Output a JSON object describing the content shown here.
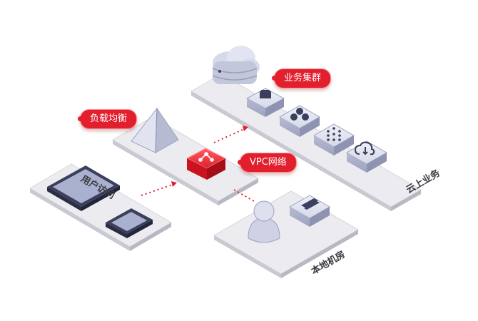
{
  "labels": {
    "business_cluster": "业务集群",
    "load_balancer": "负载均衡",
    "vpc": "VPC网络",
    "user_access": "用户访问",
    "cloud_business": "云上业务",
    "local_room": "本地机房"
  },
  "colors": {
    "accent": "#e11f2d",
    "platform": "#ececf0",
    "device": "#c6c9dc",
    "device_dark": "#3b3f5c"
  },
  "icons": [
    "cloud-database-icon",
    "box-icon",
    "group-icon",
    "grid-dots-icon",
    "cloud-sync-icon",
    "server-icon",
    "person-icon",
    "tablet-icon",
    "phone-icon",
    "pyramid-icon",
    "share-node-icon"
  ]
}
